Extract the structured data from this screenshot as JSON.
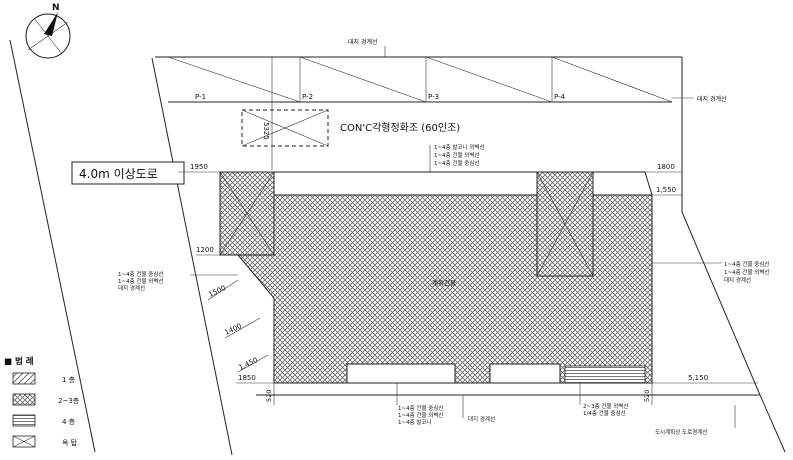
{
  "north": {
    "letter": "N"
  },
  "road": {
    "label": "4.0m 이상도로"
  },
  "parking": {
    "lots": [
      "P-1",
      "P-2",
      "P-3",
      "P-4"
    ],
    "septic_label": "CON'C각형정화조 (60인조)",
    "septic_dim": "5325"
  },
  "labels": {
    "site_boundary_top": "대지 경계선",
    "site_boundary_right": "대지 경계선",
    "note_top_1": "1~4층 발코니 외벽선",
    "note_top_2": "1~4층 건물 외벽선",
    "note_top_3": "1~4층 건물 중심선",
    "building": "계획건물",
    "left_note_1": "1~4층 건물 중심선",
    "left_note_2": "1~4층 건물 외벽선",
    "left_note_3": "대지 경계선",
    "right_note_1": "1~4층 건물 중심선",
    "right_note_2": "1~4층 건물 외벽선",
    "right_note_3": "대지 경계선",
    "bottom_note_1": "1~4층 건물 중심선",
    "bottom_note_2": "1~4층 건물 외벽선",
    "bottom_note_3": "1~4층 발코니",
    "bottom_boundary": "대지 경계선",
    "bottom_right_1": "2~3층 건물 외벽선",
    "bottom_right_2": "1/4층 건물 중심선",
    "road_boundary": "도시계획상 도로경계선"
  },
  "dims": {
    "d1950": "1950",
    "d1800": "1800",
    "d1550": "1,550",
    "d1200": "1200",
    "d1500": "1500",
    "d1400": "1400",
    "d1450": "1,450",
    "d1850": "1850",
    "d5150": "5,150",
    "d520a": "520",
    "d520b": "520"
  },
  "legend": {
    "title": "■ 범 례",
    "items": [
      "1 층",
      "2~3층",
      "4 층",
      "옥 탑"
    ]
  }
}
